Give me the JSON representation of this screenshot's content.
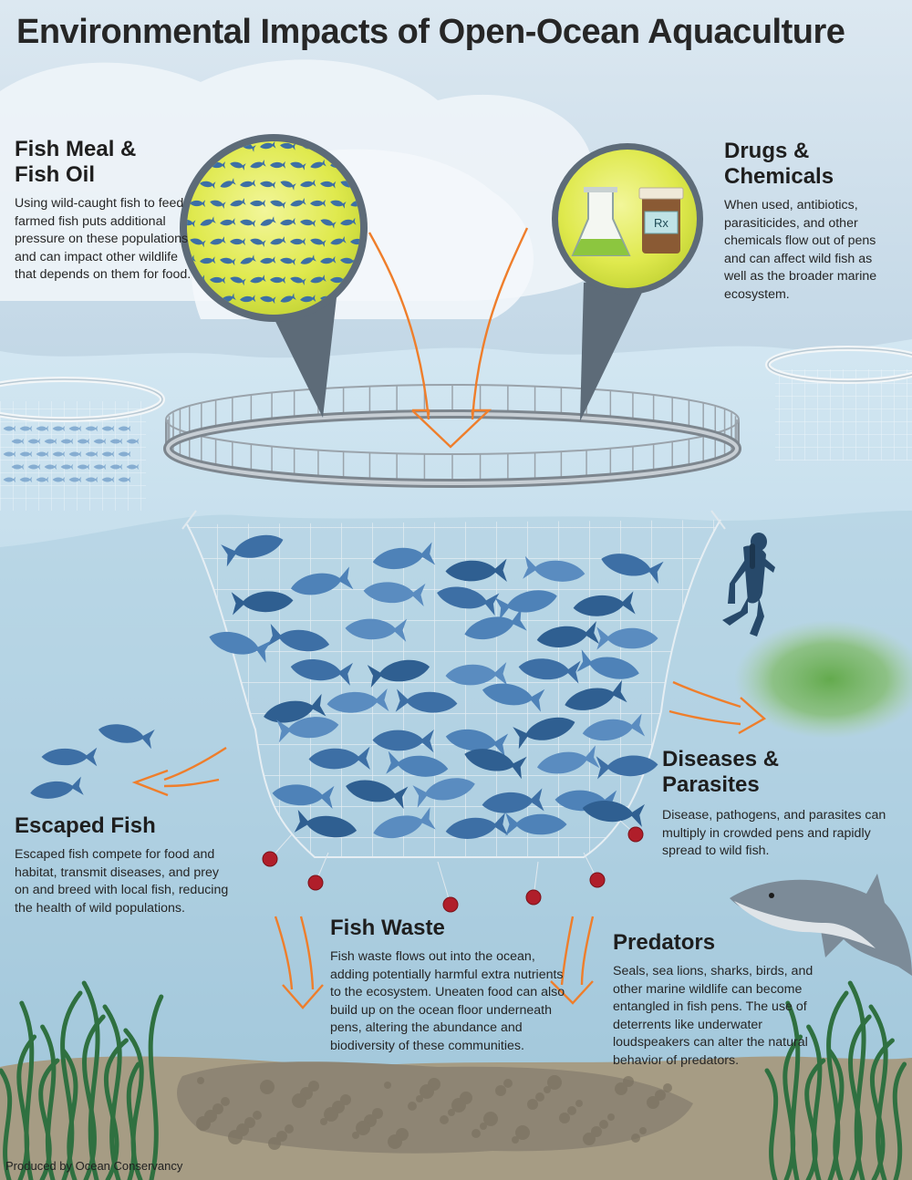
{
  "title": "Environmental Impacts of Open-Ocean Aquaculture",
  "sections": {
    "fish_meal": {
      "heading_line1": "Fish Meal &",
      "heading_line2": "Fish Oil",
      "text": "Using wild-caught fish to feed farmed fish puts additional pressure on these populations and can impact other wildlife that depends on them for food."
    },
    "drugs": {
      "heading_line1": "Drugs &",
      "heading_line2": "Chemicals",
      "text": "When used, antibiotics, parasiticides, and other chemicals flow out of pens and can affect wild fish as well as the broader marine ecosystem."
    },
    "diseases": {
      "heading_line1": "Diseases &",
      "heading_line2": "Parasites",
      "text": "Disease, pathogens, and parasites can multiply in crowded pens and rapidly spread to wild fish."
    },
    "escaped": {
      "heading": "Escaped Fish",
      "text": "Escaped fish compete for food and habitat, transmit diseases, and prey on and breed with local fish, reducing the health of wild populations."
    },
    "waste": {
      "heading": "Fish Waste",
      "text": "Fish waste flows out into the ocean, adding potentially harmful extra nutrients to the ecosystem. Uneaten food can also build up on the ocean floor underneath pens, altering the abundance and biodiversity of these communities."
    },
    "predators": {
      "heading": "Predators",
      "text": "Seals, sea lions, sharks, birds, and other marine wildlife can become entangled in fish pens. The use of deterrents like underwater loudspeakers can alter the natural behavior of predators."
    }
  },
  "rx_label": "Rx",
  "credit": "Produced by Ocean Conservancy",
  "colors": {
    "sky": "#cfe0ec",
    "water_top": "#c9e0ee",
    "water_bottom": "#9cc3d8",
    "fish": "#3d6fa5",
    "arrow": "#ef7e2b",
    "bubble": "#e4ec52",
    "callout": "#5d6b78",
    "sand": "#a49a82",
    "seagrass": "#2d6a3a",
    "waste_ball": "#b01e2a"
  }
}
